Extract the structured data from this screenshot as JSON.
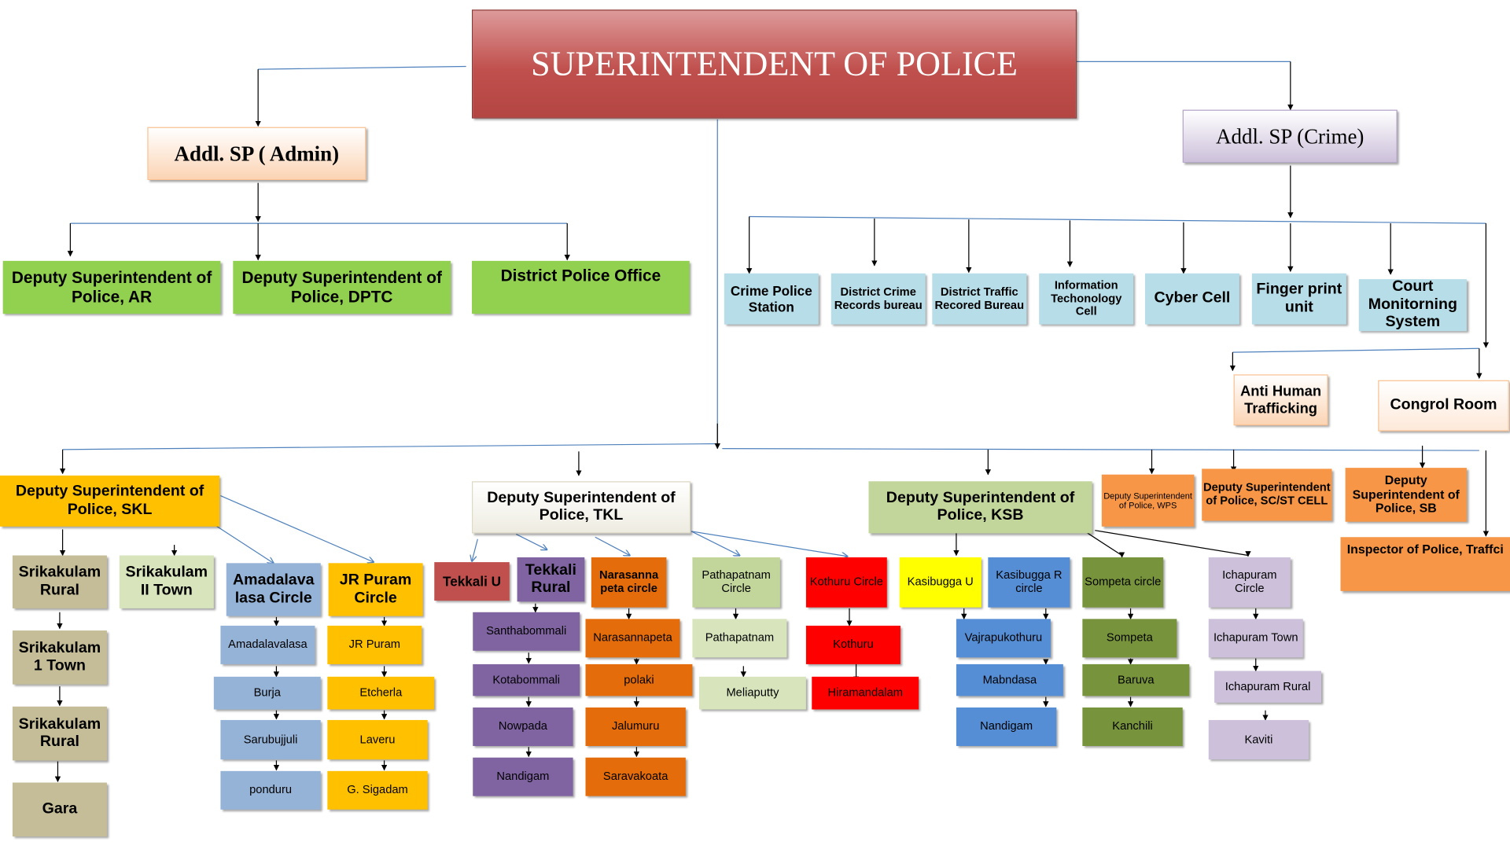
{
  "colors": {
    "green": "#92d050",
    "lightblue": "#b7dde8",
    "gold": "#ffc000",
    "tan": "#c4bd97",
    "palegreen": "#d7e4bc",
    "steel": "#95b3d7",
    "red": "#c0504d",
    "purple": "#8064a2",
    "orange": "#e46c0a",
    "lightorange": "#f79646",
    "lime": "#c2d69b",
    "brightred": "#ff0000",
    "yellow": "#ffff00",
    "blue": "#558ed5",
    "olive": "#77933c",
    "lavender": "#ccc0da",
    "line": "#4f81bd"
  },
  "nodes": {
    "sp": "SUPERINTENDENT OF POLICE",
    "addl_admin": "Addl. SP ( Admin)",
    "addl_crime": "Addl. SP  (Crime)",
    "dsp_ar": "Deputy Superintendent of Police, AR",
    "dsp_dptc": "Deputy Superintendent of Police, DPTC",
    "dpo": "District Police Office",
    "crime_ps": "Crime Police Station",
    "dcrb": "District Crime Records bureau",
    "dtrb": "District Traffic Recored Bureau",
    "itc": "Information Techonology Cell",
    "cyber": "Cyber Cell",
    "finger": "Finger print unit",
    "court": "Court Monitorning System",
    "aht": "Anti Human Trafficking",
    "congrol": "Congrol Room",
    "dsp_skl": "Deputy Superintendent of Police, SKL",
    "dsp_tkl": "Deputy Superintendent of Police, TKL",
    "dsp_ksb": "Deputy Superintendent of Police, KSB",
    "dsp_wps": "Deputy Superintendent of Police, WPS",
    "dsp_scst": "Deputy Superintendent of Police, SC/ST CELL",
    "dsp_sb": "Deputy Superintendent of Police, SB",
    "insp_traffic": "Inspector of Police, Traffci",
    "skl_rural": "Srikakulam Rural",
    "skl_2town": "Srikakulam II Town",
    "amadalavalasa_circle": "Amadalava lasa Circle",
    "jrpuram_circle": "JR Puram Circle",
    "skl_1town": "Srikakulam 1 Town",
    "skl_rural2": "Srikakulam Rural",
    "gara": "Gara",
    "amadalavalasa": "Amadalavalasa",
    "burja": "Burja",
    "sarubujjuli": "Sarubujjuli",
    "ponduru": "ponduru",
    "jrpuram": "JR Puram",
    "etcherla": "Etcherla",
    "laveru": "Laveru",
    "gsigadam": "G. Sigadam",
    "tekkali_u": "Tekkali U",
    "tekkali_rural": "Tekkali Rural",
    "narasannapeta_circle": "Narasanna peta circle",
    "pathapatnam_circle": "Pathapatnam Circle",
    "kothuru_circle": "Kothuru Circle",
    "santhabommali": "Santhabommali",
    "kotabommali": "Kotabommali",
    "nowpada": "Nowpada",
    "nandigam1": "Nandigam",
    "narasannapeta": "Narasannapeta",
    "polaki": "polaki",
    "jalumuru": "Jalumuru",
    "saravakoata": "Saravakoata",
    "pathapatnam": "Pathapatnam",
    "meliaputty": "Meliaputty",
    "kothuru": "Kothuru",
    "hiramandalam": "Hiramandalam",
    "kasibugga_u": "Kasibugga U",
    "kasibugga_r": "Kasibugga R circle",
    "sompeta_circle": "Sompeta circle",
    "ichapuram_circle": "Ichapuram Circle",
    "vajrapukothuru": "Vajrapukothuru",
    "mabndasa": "Mabndasa",
    "nandigam2": "Nandigam",
    "sompeta": "Sompeta",
    "baruva": "Baruva",
    "kanchili": "Kanchili",
    "ichapuram_town": "Ichapuram Town",
    "ichapuram_rural": "Ichapuram Rural",
    "kaviti": "Kaviti"
  }
}
